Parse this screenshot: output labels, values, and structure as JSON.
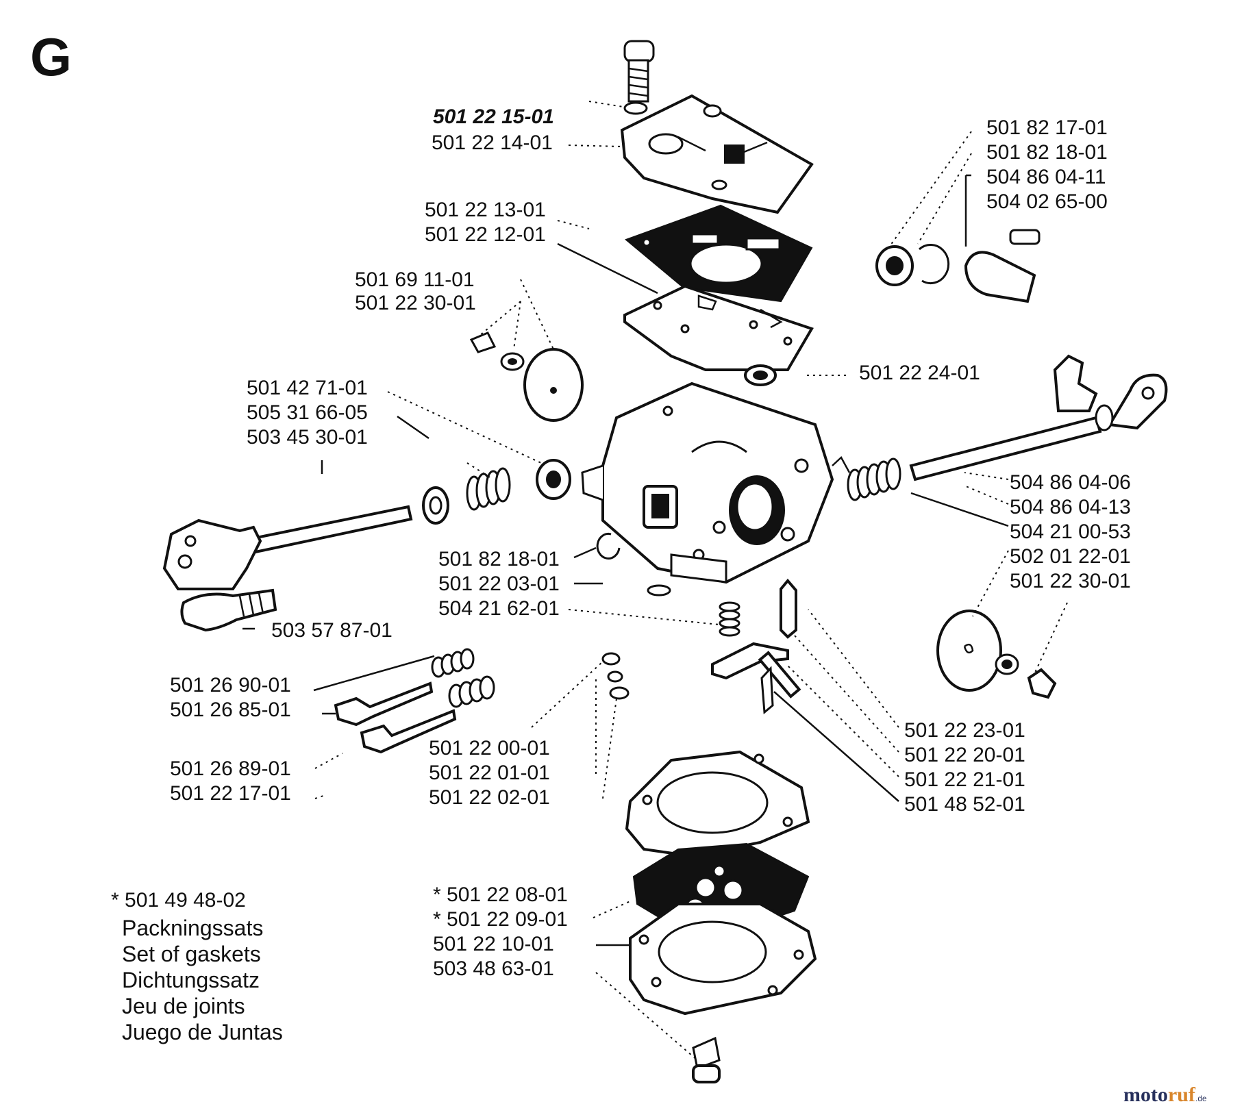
{
  "section_letter": "G",
  "labels": {
    "cover_assy": "501 22 15-01",
    "cover": "501 22 14-01",
    "gasket_top_a": "501 22 13-01",
    "gasket_top_b": "501 22 12-01",
    "diaph_a": "501 69 11-01",
    "diaph_b": "501 22 30-01",
    "screen": "501 22 24-01",
    "left_a": "501 42 71-01",
    "left_b": "505 31 66-05",
    "left_c": "503 45 30-01",
    "right_top_a": "501 82 17-01",
    "right_top_b": "501 82 18-01",
    "right_top_c": "504 86 04-11",
    "right_top_d": "504 02 65-00",
    "right_mid_a": "504 86 04-06",
    "right_mid_b": "504 86 04-13",
    "right_mid_c": "504 21 00-53",
    "right_mid_d": "502 01 22-01",
    "right_mid_e": "501 22 30-01",
    "mid_a": "501 82 18-01",
    "mid_b": "501 22 03-01",
    "mid_c": "504 21 62-01",
    "knob": "503 57 87-01",
    "needle_a": "501 26 90-01",
    "needle_b": "501 26 85-01",
    "needle_c": "501 26 89-01",
    "needle_d": "501 22 17-01",
    "orings_a": "501 22 00-01",
    "orings_b": "501 22 01-01",
    "orings_c": "501 22 02-01",
    "lever_a": "501 22 23-01",
    "lever_b": "501 22 20-01",
    "lever_c": "501 22 21-01",
    "lever_d": "501 48 52-01",
    "bottom_a": "* 501 22 08-01",
    "bottom_b": "* 501 22 09-01",
    "bottom_c": "501 22 10-01",
    "bottom_d": "503 48 63-01"
  },
  "kit": {
    "number": "* 501 49 48-02",
    "names": [
      "Packningssats",
      "Set of gaskets",
      "Dichtungssatz",
      "Jeu de joints",
      "Juego de Juntas"
    ]
  },
  "watermark": {
    "part1": "moto",
    "part2": "ruf",
    "suffix": ".de"
  }
}
